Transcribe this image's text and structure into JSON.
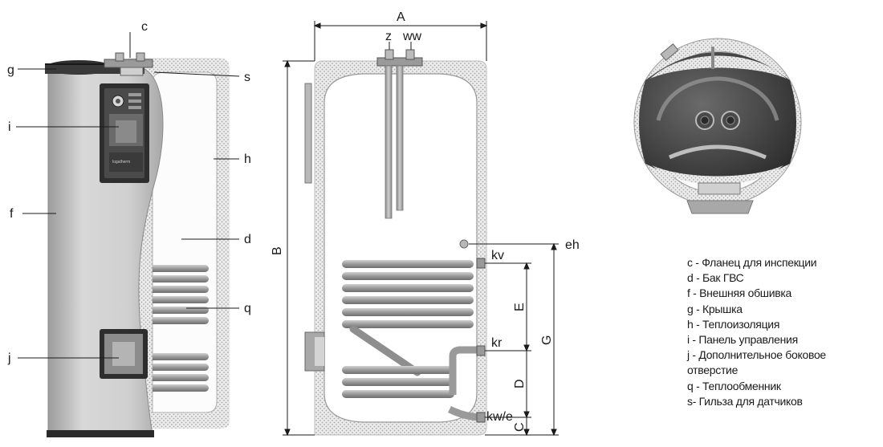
{
  "labels": {
    "c": "c",
    "g": "g",
    "s": "s",
    "i": "i",
    "h": "h",
    "f": "f",
    "d": "d",
    "q": "q",
    "j": "j",
    "A": "A",
    "B": "B",
    "z": "z",
    "ww": "ww",
    "eh": "eh",
    "kv": "kv",
    "kr": "kr",
    "kwe": "kw/e",
    "E": "E",
    "G": "G",
    "D": "D",
    "C": "C"
  },
  "panel_brand": "logatherm",
  "legend": [
    "c - Фланец для инспекции",
    "d - Бак ГВС",
    "f - Внешняя обшивка",
    "g - Крышка",
    "h - Теплоизоляция",
    "i - Панель управления",
    "j - Дополнительное боковое",
    "отверстие",
    "q - Теплообменник",
    "s- Гильза для датчиков"
  ],
  "colors": {
    "casing": "#c8c8c8",
    "insulation": "#e7e7e7",
    "tank": "#fcfcfc",
    "coil": "#a2a2a2",
    "cap": "#3a3a3a"
  }
}
